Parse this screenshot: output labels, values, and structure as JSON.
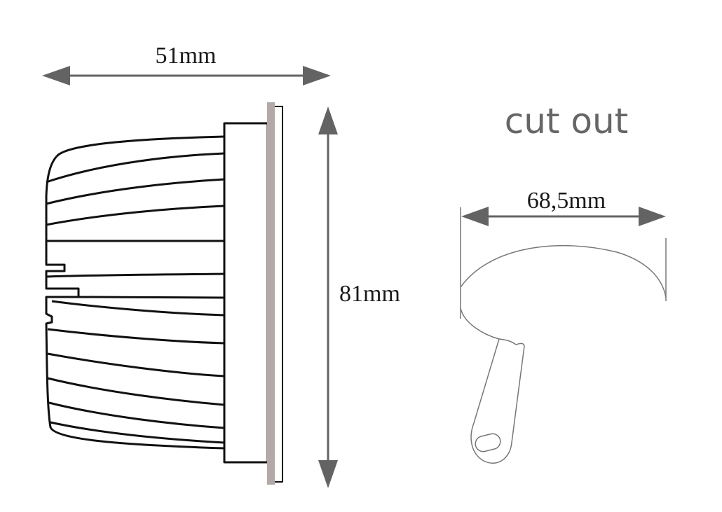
{
  "dimensions": {
    "width": "51mm",
    "height": "81mm",
    "cutout_diameter": "68,5mm"
  },
  "cutout": {
    "title": "cut out"
  },
  "colors": {
    "arrow": "#636363",
    "outline": "#111111",
    "plate": "#b3aaa7",
    "cutout_line": "#777777",
    "title": "#666666"
  }
}
